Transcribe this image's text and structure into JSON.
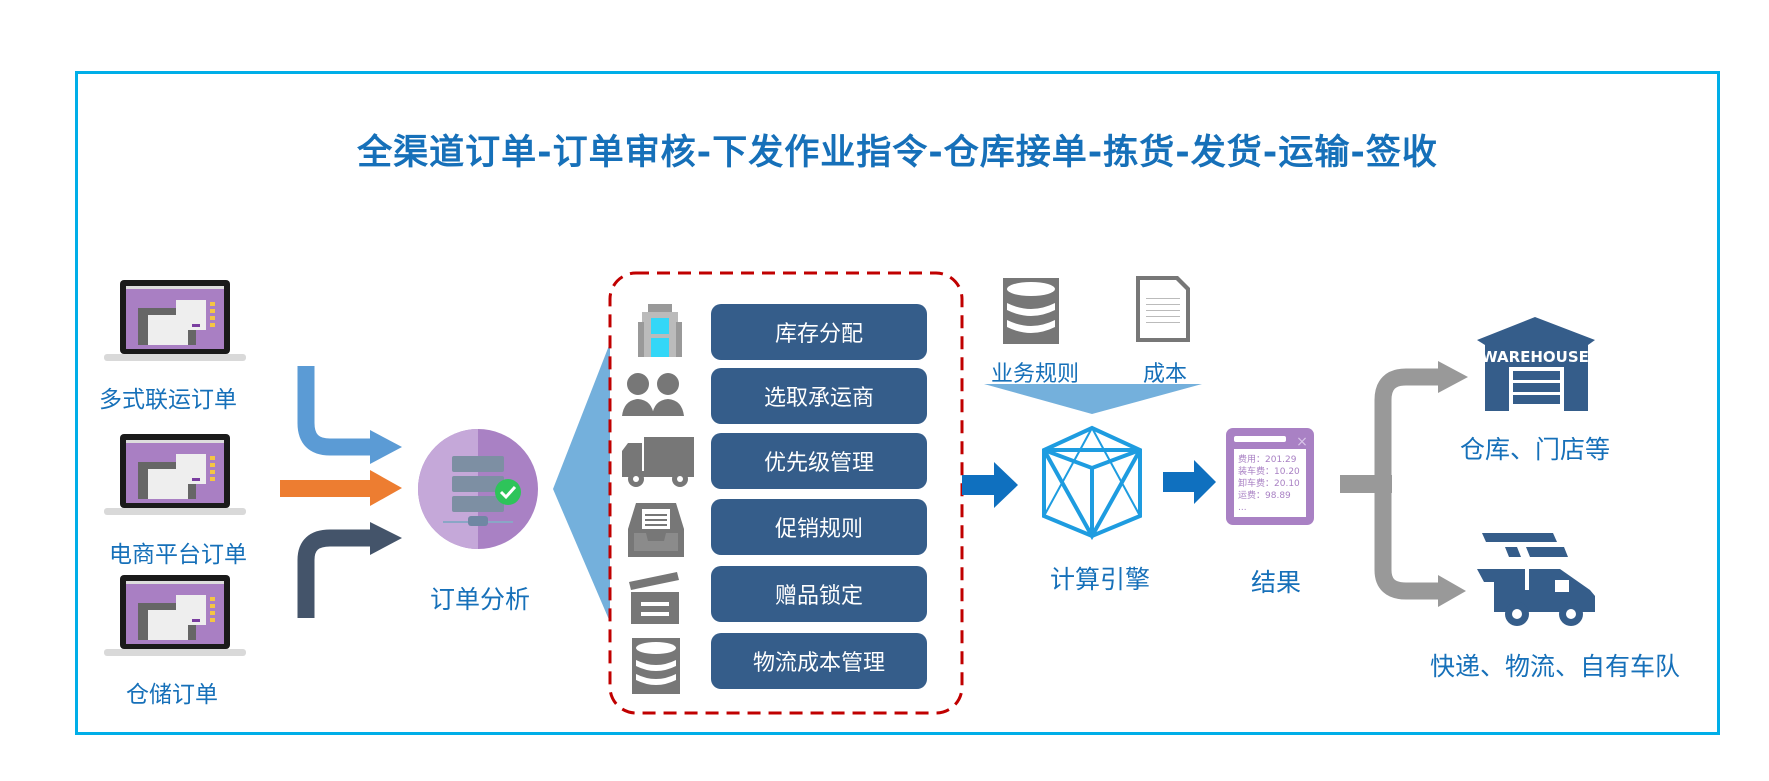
{
  "title": "全渠道订单-订单审核-下发作业指令-仓库接单-拣货-发货-运输-签收",
  "sources": [
    {
      "label": "多式联运订单",
      "icon": "laptop-icon"
    },
    {
      "label": "电商平台订单",
      "icon": "laptop-icon"
    },
    {
      "label": "仓储订单",
      "icon": "laptop-icon"
    }
  ],
  "source_arrow_colors": [
    "#5b9bd5",
    "#ed7d31",
    "#44546a"
  ],
  "analysis": {
    "label": "订单分析",
    "icon": "server-check-icon"
  },
  "tasks": [
    {
      "label": "库存分配",
      "icon": "building-icon"
    },
    {
      "label": "选取承运商",
      "icon": "people-icon"
    },
    {
      "label": "优先级管理",
      "icon": "truck-icon"
    },
    {
      "label": "促销规则",
      "icon": "inbox-tray-icon"
    },
    {
      "label": "赠品锁定",
      "icon": "clapperboard-icon"
    },
    {
      "label": "物流成本管理",
      "icon": "database-icon"
    }
  ],
  "inputs": [
    {
      "label": "业务规则",
      "icon": "database-icon"
    },
    {
      "label": "成本",
      "icon": "document-icon"
    }
  ],
  "engine": {
    "label": "计算引擎",
    "icon": "polyhedron-icon"
  },
  "result": {
    "label": "结果",
    "lines": [
      "费用：201.29",
      "装车费：10.20",
      "卸车费：20.10",
      "运费：98.89",
      "..."
    ]
  },
  "outputs": [
    {
      "label": "仓库、门店等",
      "icon": "warehouse-icon",
      "icon_text": "WAREHOUSE"
    },
    {
      "label": "快递、物流、自有车队",
      "icon": "delivery-truck-icon"
    }
  ],
  "colors": {
    "frame": "#00aee8",
    "title": "#1670b9",
    "task_fill": "#355d8a",
    "dashed_border": "#c00000",
    "funnel": "#74b0dc",
    "engine": "#1e9ce0",
    "flow_arrow": "#0f70bf",
    "result_purple": "#a981c4",
    "output_arrow": "#999999",
    "output_icon": "#355d8a"
  }
}
